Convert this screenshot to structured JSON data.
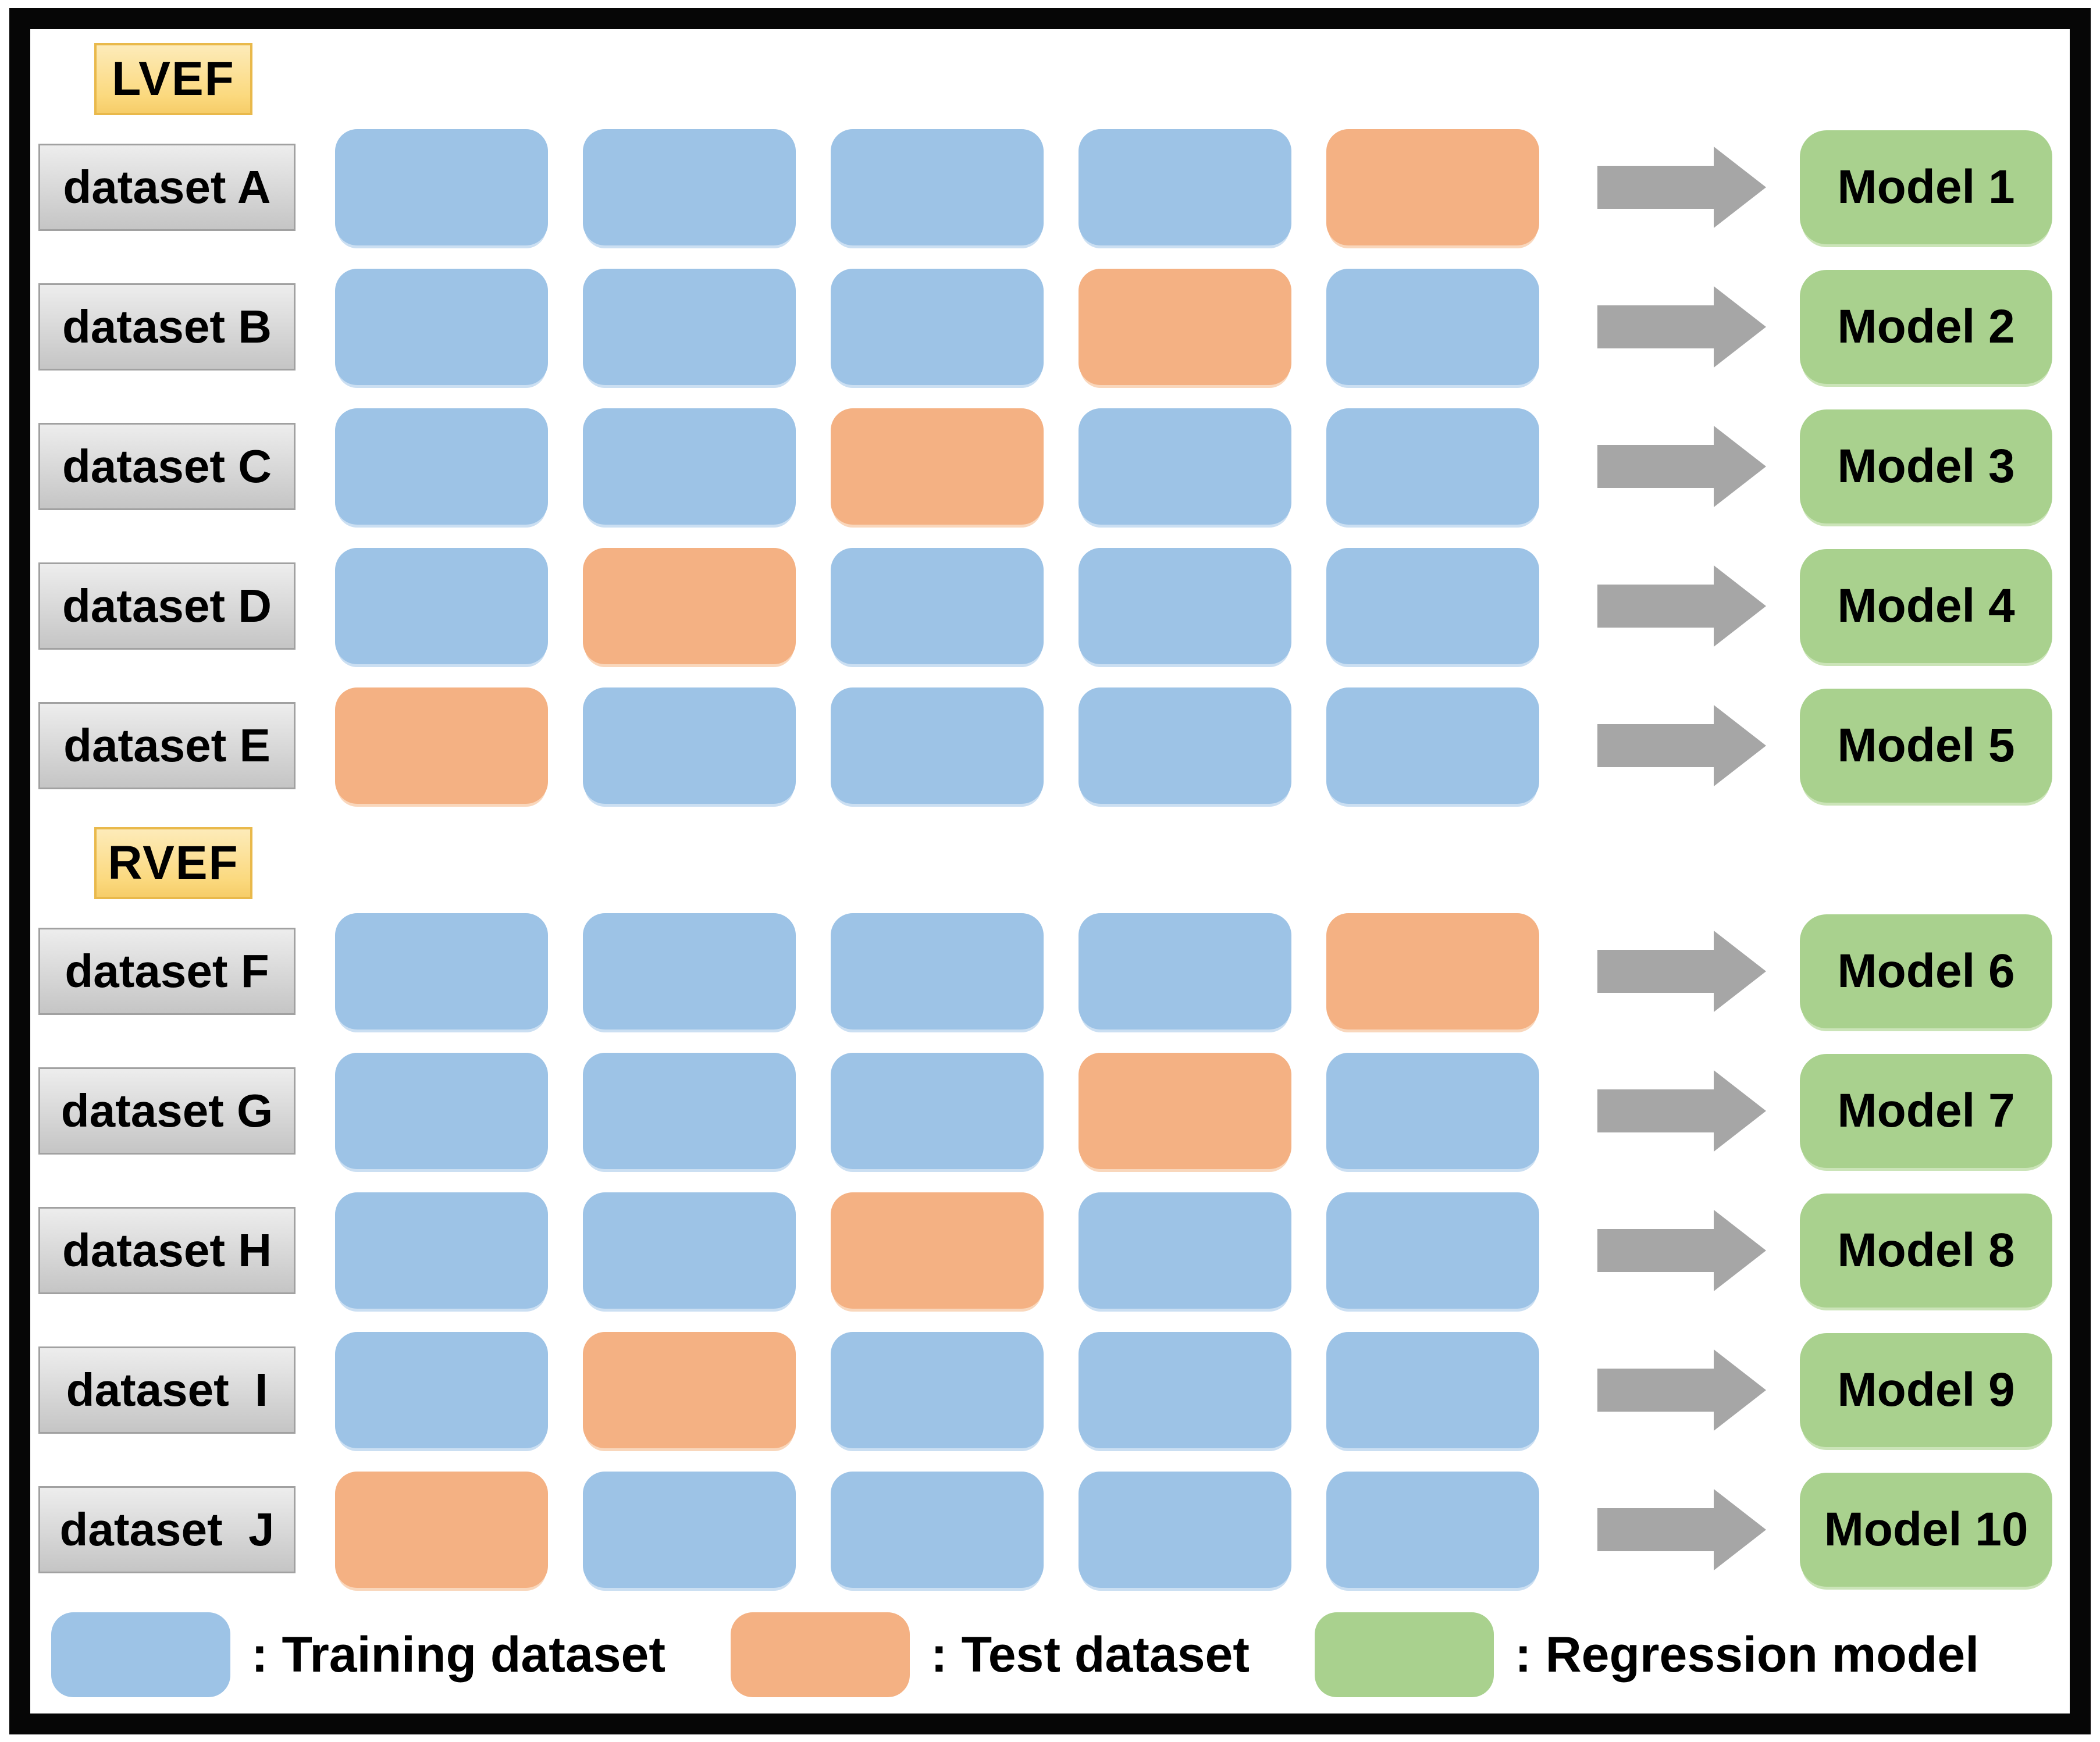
{
  "colors": {
    "training_block": "#9DC3E6",
    "training_block_edge": "#CBDFF2",
    "test_block": "#F4B183",
    "test_block_edge": "#F9D7BC",
    "model_box": "#A9D18E",
    "model_box_edge": "#CBE4B8",
    "arrow": "#A6A6A6",
    "section_tag_bg": "#FBD97E",
    "section_tag_border": "#E9B94B",
    "dataset_label_bg": "#D9D9D9",
    "dataset_label_border": "#A1A1A1",
    "frame_border": "#060606",
    "background": "#FFFFFF",
    "text": "#000000"
  },
  "sections": [
    {
      "title": "LVEF",
      "rows": [
        {
          "label": "dataset A",
          "cells": [
            "training",
            "training",
            "training",
            "training",
            "test"
          ],
          "model": "Model 1"
        },
        {
          "label": "dataset B",
          "cells": [
            "training",
            "training",
            "training",
            "test",
            "training"
          ],
          "model": "Model 2"
        },
        {
          "label": "dataset C",
          "cells": [
            "training",
            "training",
            "test",
            "training",
            "training"
          ],
          "model": "Model 3"
        },
        {
          "label": "dataset D",
          "cells": [
            "training",
            "test",
            "training",
            "training",
            "training"
          ],
          "model": "Model 4"
        },
        {
          "label": "dataset E",
          "cells": [
            "test",
            "training",
            "training",
            "training",
            "training"
          ],
          "model": "Model 5"
        }
      ]
    },
    {
      "title": "RVEF",
      "rows": [
        {
          "label": "dataset F",
          "cells": [
            "training",
            "training",
            "training",
            "training",
            "test"
          ],
          "model": "Model 6"
        },
        {
          "label": "dataset G",
          "cells": [
            "training",
            "training",
            "training",
            "test",
            "training"
          ],
          "model": "Model 7"
        },
        {
          "label": "dataset H",
          "cells": [
            "training",
            "training",
            "test",
            "training",
            "training"
          ],
          "model": "Model 8"
        },
        {
          "label": "dataset  I",
          "cells": [
            "training",
            "test",
            "training",
            "training",
            "training"
          ],
          "model": "Model 9"
        },
        {
          "label": "dataset  J",
          "cells": [
            "test",
            "training",
            "training",
            "training",
            "training"
          ],
          "model": "Model 10"
        }
      ]
    }
  ],
  "legend": [
    {
      "type": "training",
      "color": "#9DC3E6",
      "label": ": Training dataset"
    },
    {
      "type": "test",
      "color": "#F4B183",
      "label": ": Test dataset"
    },
    {
      "type": "model",
      "color": "#A9D18E",
      "label": ": Regression model"
    }
  ]
}
